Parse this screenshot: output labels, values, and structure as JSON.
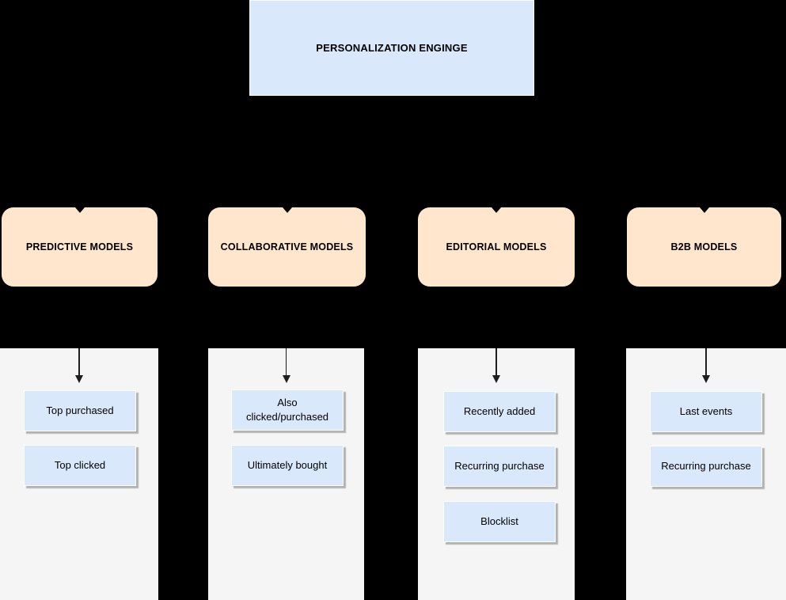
{
  "root": {
    "label": "PERSONALIZATION ENGINGE"
  },
  "categories": [
    {
      "label": "PREDICTIVE MODELS",
      "items": [
        "Top purchased",
        "Top clicked"
      ]
    },
    {
      "label": "COLLABORATIVE MODELS",
      "items": [
        "Also\nclicked/purchased",
        "Ultimately bought"
      ]
    },
    {
      "label": "EDITORIAL MODELS",
      "items": [
        "Recently added",
        "Recurring purchase",
        "Blocklist"
      ]
    },
    {
      "label": "B2B MODELS",
      "items": [
        "Last events",
        "Recurring purchase"
      ]
    }
  ],
  "colors": {
    "background": "#000000",
    "root_fill": "#dae8fc",
    "category_fill": "#ffe6cc",
    "column_fill": "#f5f5f5",
    "item_fill": "#dae8fc",
    "item_border": "#ffffff",
    "connector": "#1d1d1d",
    "text": "#000000"
  }
}
